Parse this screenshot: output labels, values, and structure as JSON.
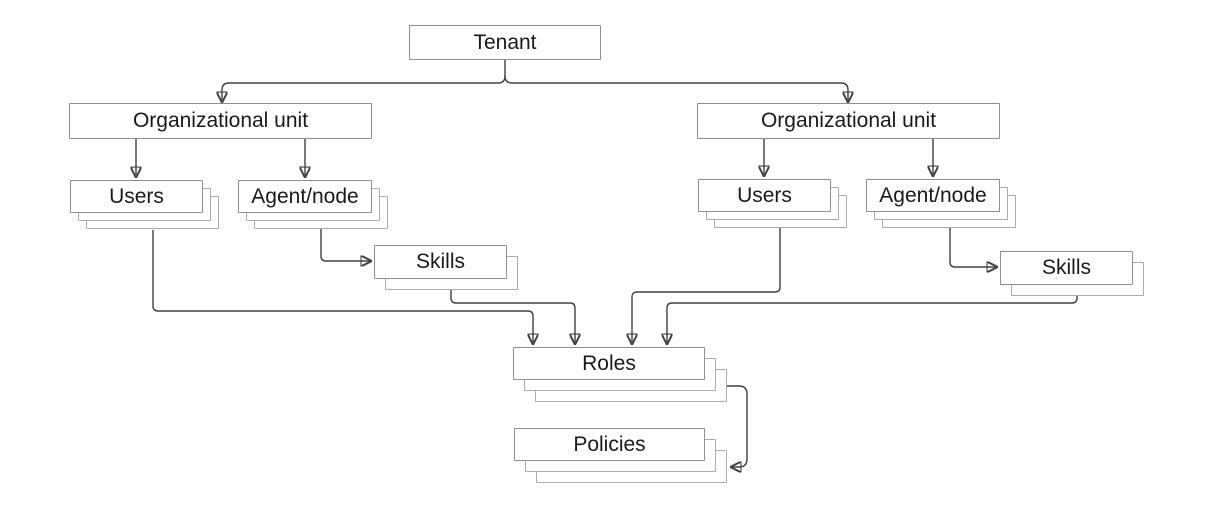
{
  "diagram": {
    "nodes": {
      "tenant": {
        "label": "Tenant"
      },
      "org_unit_left": {
        "label": "Organizational unit"
      },
      "users_left": {
        "label": "Users"
      },
      "agent_node_left": {
        "label": "Agent/node"
      },
      "skills_left": {
        "label": "Skills"
      },
      "org_unit_right": {
        "label": "Organizational unit"
      },
      "users_right": {
        "label": "Users"
      },
      "agent_node_right": {
        "label": "Agent/node"
      },
      "skills_right": {
        "label": "Skills"
      },
      "roles": {
        "label": "Roles"
      },
      "policies": {
        "label": "Policies"
      }
    },
    "edges": [
      {
        "from": "tenant",
        "to": "org_unit_left"
      },
      {
        "from": "tenant",
        "to": "org_unit_right"
      },
      {
        "from": "org_unit_left",
        "to": "users_left"
      },
      {
        "from": "org_unit_left",
        "to": "agent_node_left"
      },
      {
        "from": "agent_node_left",
        "to": "skills_left"
      },
      {
        "from": "org_unit_right",
        "to": "users_right"
      },
      {
        "from": "org_unit_right",
        "to": "agent_node_right"
      },
      {
        "from": "agent_node_right",
        "to": "skills_right"
      },
      {
        "from": "users_left",
        "to": "roles"
      },
      {
        "from": "skills_left",
        "to": "roles"
      },
      {
        "from": "users_right",
        "to": "roles"
      },
      {
        "from": "skills_right",
        "to": "roles"
      },
      {
        "from": "roles",
        "to": "policies"
      }
    ],
    "colors": {
      "background": "#ffffff",
      "box_border": "#8f8f8f",
      "stack_border": "#acacac",
      "connector": "#404040",
      "text": "#1a1a1a"
    }
  }
}
